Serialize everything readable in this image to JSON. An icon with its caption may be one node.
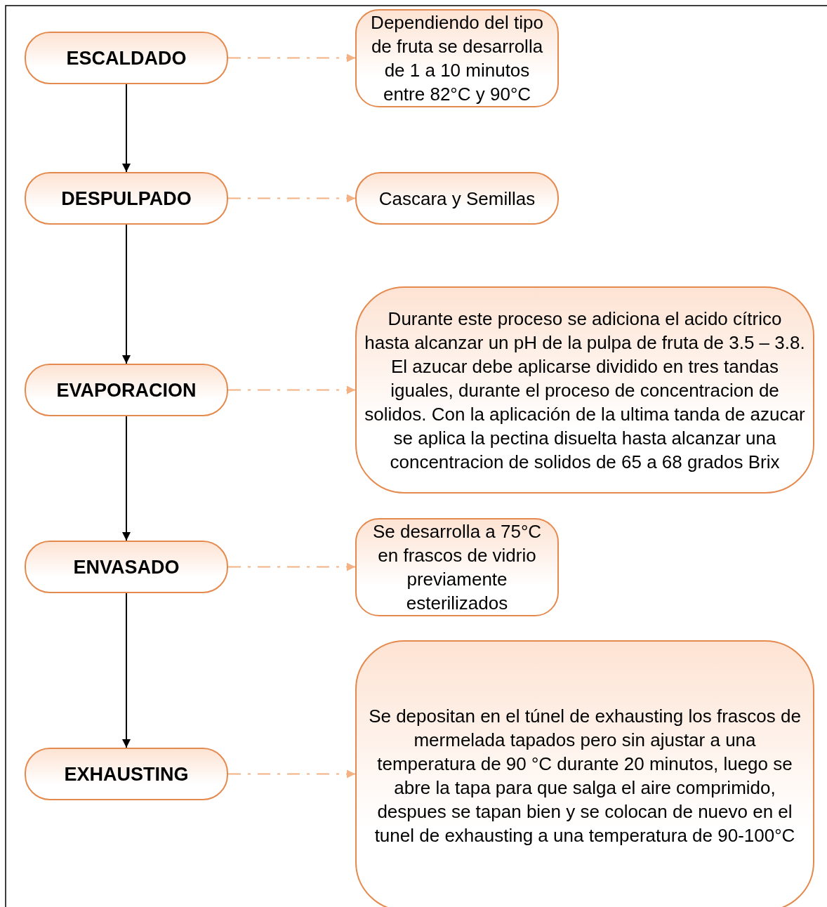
{
  "diagram": {
    "nodes": [
      {
        "text": [
          "ESCALDADO"
        ]
      },
      {
        "text": [
          "Dependiendo del tipo de fruta se desarrolla de 1 a 10 minutos entre 82°C y 90°C"
        ]
      },
      {
        "text": [
          "DESPULPADO"
        ]
      },
      {
        "text": [
          "Cascara y Semillas"
        ]
      },
      {
        "text": [
          "EVAPORACION"
        ]
      },
      {
        "text": [
          "Durante este proceso se adiciona el acido cítrico hasta alcanzar un pH de la pulpa de fruta de 3.5 – 3.8. El azucar debe aplicarse dividido en tres tandas iguales, durante el proceso de concentracion de solidos. Con la aplicación de la ultima tanda de azucar se aplica la pectina disuelta hasta alcanzar una concentracion de solidos de 65 a 68 grados Brix"
        ]
      },
      {
        "text": [
          "ENVASADO"
        ]
      },
      {
        "text": [
          "Se desarrolla a 75°C en frascos de vidrio previamente esterilizados"
        ]
      },
      {
        "text": [
          "EXHAUSTING"
        ]
      },
      {
        "text": [
          "Se depositan en el túnel de exhausting los frascos de mermelada tapados pero sin ajustar a una temperatura de 90 °C durante 20 minutos, luego se abre la tapa para que salga el aire comprimido, despues se tapan bien y se colocan de nuevo en el tunel de exhausting a una temperatura de 90-100°C"
        ]
      }
    ],
    "edges": [
      {
        "from": 0,
        "to": 2,
        "arrow": "to",
        "color": "#000000"
      },
      {
        "from": 2,
        "to": 4,
        "arrow": "to",
        "color": "#000000"
      },
      {
        "from": 4,
        "to": 6,
        "arrow": "to",
        "color": "#000000"
      },
      {
        "from": 6,
        "to": 8,
        "arrow": "to",
        "color": "#000000"
      },
      {
        "from": 0,
        "to": 1,
        "arrow": "to",
        "style": "dashed",
        "color": "#f4b183"
      },
      {
        "from": 2,
        "to": 3,
        "arrow": "to",
        "style": "dashed",
        "color": "#f4b183"
      },
      {
        "from": 4,
        "to": 5,
        "arrow": "to",
        "style": "dashed",
        "color": "#f4b183"
      },
      {
        "from": 6,
        "to": 7,
        "arrow": "to",
        "style": "dashed",
        "color": "#f4b183"
      },
      {
        "from": 8,
        "to": 9,
        "arrow": "to",
        "style": "dashed",
        "color": "#f4b183"
      }
    ]
  }
}
